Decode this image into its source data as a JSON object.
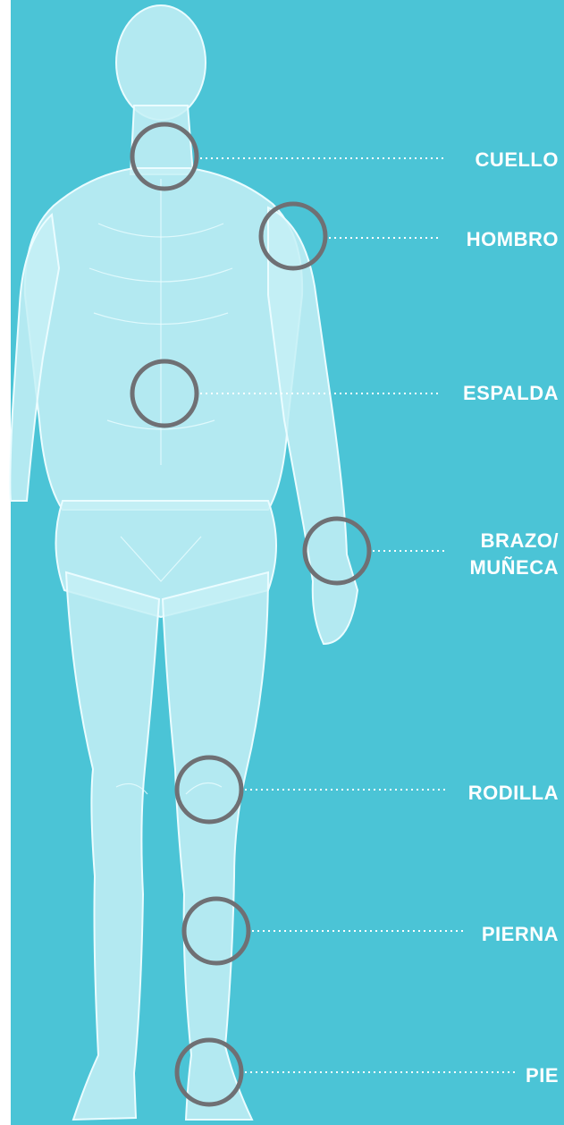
{
  "colors": {
    "background": "#4bc4d6",
    "body": "#c6f0f6",
    "body_outline": "#eafcff",
    "ring": "#6f7074",
    "leader": "#ffffff",
    "text": "#ffffff"
  },
  "figure": {
    "icon": "human-body-anatomy-illustration"
  },
  "labels": [
    {
      "id": "cuello",
      "text": "CUELLO"
    },
    {
      "id": "hombro",
      "text": "HOMBRO"
    },
    {
      "id": "espalda",
      "text": "ESPALDA"
    },
    {
      "id": "brazo",
      "text": "BRAZO/\nMUÑECA"
    },
    {
      "id": "rodilla",
      "text": "RODILLA"
    },
    {
      "id": "pierna",
      "text": "PIERNA"
    },
    {
      "id": "pie",
      "text": "PIE"
    }
  ]
}
